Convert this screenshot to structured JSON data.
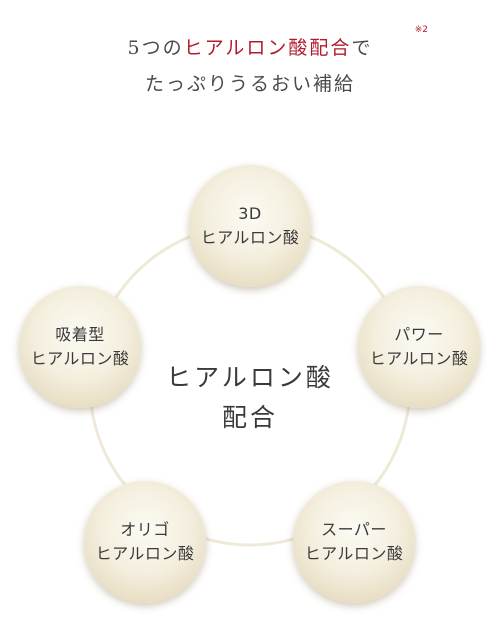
{
  "header": {
    "line1_prefix": "5つの",
    "line1_accent": "ヒアルロン酸配合",
    "line1_suffix": "で",
    "note": "※2",
    "line2": "たっぷりうるおい補給"
  },
  "center": {
    "line1": "ヒアルロン酸",
    "line2": "配合"
  },
  "nodes": [
    {
      "line1": "3D",
      "line2": "ヒアルロン酸"
    },
    {
      "line1": "パワー",
      "line2": "ヒアルロン酸"
    },
    {
      "line1": "スーパー",
      "line2": "ヒアルロン酸"
    },
    {
      "line1": "オリゴ",
      "line2": "ヒアルロン酸"
    },
    {
      "line1": "吸着型",
      "line2": "ヒアルロン酸"
    }
  ],
  "colors": {
    "accent": "#b01c2e",
    "text": "#4a4a4a",
    "ring": "#efe9d8"
  }
}
